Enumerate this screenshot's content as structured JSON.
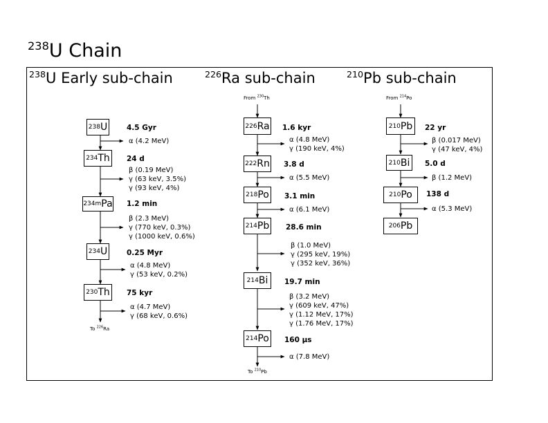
{
  "title": {
    "sup": "238",
    "text": "U Chain"
  },
  "subchains": [
    {
      "sup": "238",
      "text": "U Early sub-chain"
    },
    {
      "sup": "226",
      "text": "Ra sub-chain"
    },
    {
      "sup": "210",
      "text": "Pb sub-chain"
    }
  ],
  "notes": {
    "from_230th": {
      "text": "From ",
      "sup": "230",
      "el": "Th"
    },
    "from_214po": {
      "text": "From ",
      "sup": "214",
      "el": "Po"
    },
    "to_226ra": {
      "text": "To ",
      "sup": "226",
      "el": "Ra"
    },
    "to_210pb": {
      "text": "To ",
      "sup": "210",
      "el": "Pb"
    }
  },
  "nuclides": [
    {
      "sup": "238",
      "el": "U",
      "half_life": "4.5 Gyr"
    },
    {
      "sup": "234",
      "el": "Th",
      "half_life": "24 d"
    },
    {
      "sup": "234m",
      "el": "Pa",
      "half_life": "1.2 min"
    },
    {
      "sup": "234",
      "el": "U",
      "half_life": "0.25 Myr"
    },
    {
      "sup": "230",
      "el": "Th",
      "half_life": "75 kyr"
    },
    {
      "sup": "226",
      "el": "Ra",
      "half_life": "1.6 kyr"
    },
    {
      "sup": "222",
      "el": "Rn",
      "half_life": "3.8 d"
    },
    {
      "sup": "218",
      "el": "Po",
      "half_life": "3.1 min"
    },
    {
      "sup": "214",
      "el": "Pb",
      "half_life": "28.6 min"
    },
    {
      "sup": "214",
      "el": "Bi",
      "half_life": "19.7 min"
    },
    {
      "sup": "214",
      "el": "Po",
      "half_life": "160 µs"
    },
    {
      "sup": "210",
      "el": "Pb",
      "half_life": "22 yr"
    },
    {
      "sup": "210",
      "el": "Bi",
      "half_life": "5.0 d"
    },
    {
      "sup": "210",
      "el": "Po",
      "half_life": "138 d"
    },
    {
      "sup": "206",
      "el": "Pb",
      "half_life": ""
    }
  ],
  "decays": [
    [
      "α (4.2 MeV)"
    ],
    [
      "β (0.19 MeV)",
      "γ (63 keV, 3.5%)",
      "γ (93 keV, 4%)"
    ],
    [
      "β (2.3 MeV)",
      "γ (770 keV, 0.3%)",
      "γ (1000 keV, 0.6%)"
    ],
    [
      "α (4.8 MeV)",
      "γ (53 keV, 0.2%)"
    ],
    [
      "α (4.7 MeV)",
      "γ (68 keV, 0.6%)"
    ],
    [
      "α (4.8 MeV)",
      "γ (190 keV, 4%)"
    ],
    [
      "α (5.5 MeV)"
    ],
    [
      "α (6.1 MeV)"
    ],
    [
      "β (1.0 MeV)",
      "γ (295 keV, 19%)",
      "γ (352 keV, 36%)"
    ],
    [
      "β (3.2 MeV)",
      "γ (609 keV, 47%)",
      "γ (1.12 MeV, 17%)",
      "γ (1.76 MeV, 17%)"
    ],
    [
      "α (7.8 MeV)"
    ],
    [
      "β (0.017 MeV)",
      "γ (47 keV, 4%)"
    ],
    [
      "β (1.2 MeV)"
    ],
    [
      "α (5.3 MeV)"
    ]
  ]
}
